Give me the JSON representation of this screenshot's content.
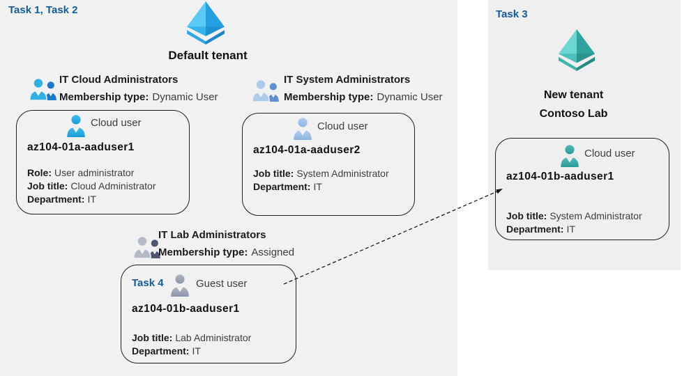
{
  "labels": {
    "task_1_2": "Task 1, Task 2",
    "task_3": "Task 3",
    "task_4": "Task 4",
    "default_tenant": "Default tenant",
    "new_tenant_line1": "New tenant",
    "new_tenant_line2": "Contoso Lab"
  },
  "colors": {
    "task_label_blue": "#135C9B",
    "left_background": "#F1F1F2",
    "panel_background": "#EFEFEF",
    "box_border": "#1F1F1F",
    "tenant_icon_blue_light": "#58CAF4",
    "tenant_icon_blue_dark": "#259FDF",
    "tenant_icon_teal_light": "#6CD7D0",
    "tenant_icon_teal_dark": "#30A39C",
    "user_icon_cloud_blue": "#2AAFE4",
    "user_icon_steel_blue": "#A5C6EC",
    "user_icon_slate_gray": "#9AA1B6",
    "user_icon_teal": "#3AAEA9"
  },
  "groups": [
    {
      "title": "IT Cloud Administrators",
      "membership_label": "Membership type:",
      "membership_value": "Dynamic User"
    },
    {
      "title": "IT System Administrators",
      "membership_label": "Membership type:",
      "membership_value": "Dynamic User"
    },
    {
      "title": "IT Lab Administrators",
      "membership_label": "Membership type:",
      "membership_value": "Assigned"
    }
  ],
  "cards": [
    {
      "type_label": "Cloud user",
      "name": "az104-01a-aaduser1",
      "attributes": [
        {
          "label": "Role:",
          "value": "User administrator"
        },
        {
          "label": "Job title:",
          "value": "Cloud Administrator"
        },
        {
          "label": "Department:",
          "value": "IT"
        }
      ]
    },
    {
      "type_label": "Cloud user",
      "name": "az104-01a-aaduser2",
      "attributes": [
        {
          "label": "Job title:",
          "value": "System Administrator"
        },
        {
          "label": "Department:",
          "value": "IT"
        }
      ]
    },
    {
      "task_label": "Task 4",
      "type_label": "Guest user",
      "name": "az104-01b-aaduser1",
      "attributes": [
        {
          "label": "Job title:",
          "value": "Lab Administrator"
        },
        {
          "label": "Department:",
          "value": "IT"
        }
      ]
    },
    {
      "type_label": "Cloud user",
      "name": "az104-01b-aaduser1",
      "attributes": [
        {
          "label": "Job title:",
          "value": "System Administrator"
        },
        {
          "label": "Department:",
          "value": "IT"
        }
      ]
    }
  ]
}
